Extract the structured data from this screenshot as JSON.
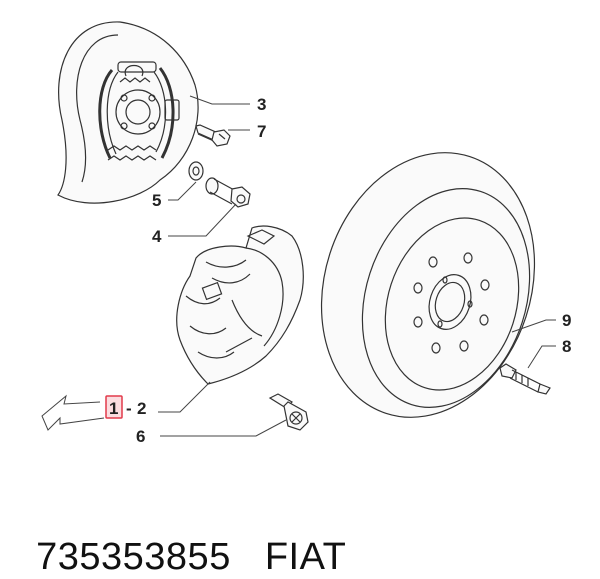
{
  "diagram": {
    "callouts": {
      "c1": "1",
      "c2": "2",
      "dash": "-",
      "c3": "3",
      "c4": "4",
      "c5": "5",
      "c6": "6",
      "c7": "7",
      "c8": "8",
      "c9": "9"
    },
    "highlight_color": "#e23a4a",
    "highlight_fill": "#fbdde0"
  },
  "caption": {
    "part_number": "735353855",
    "brand": "FIAT"
  }
}
